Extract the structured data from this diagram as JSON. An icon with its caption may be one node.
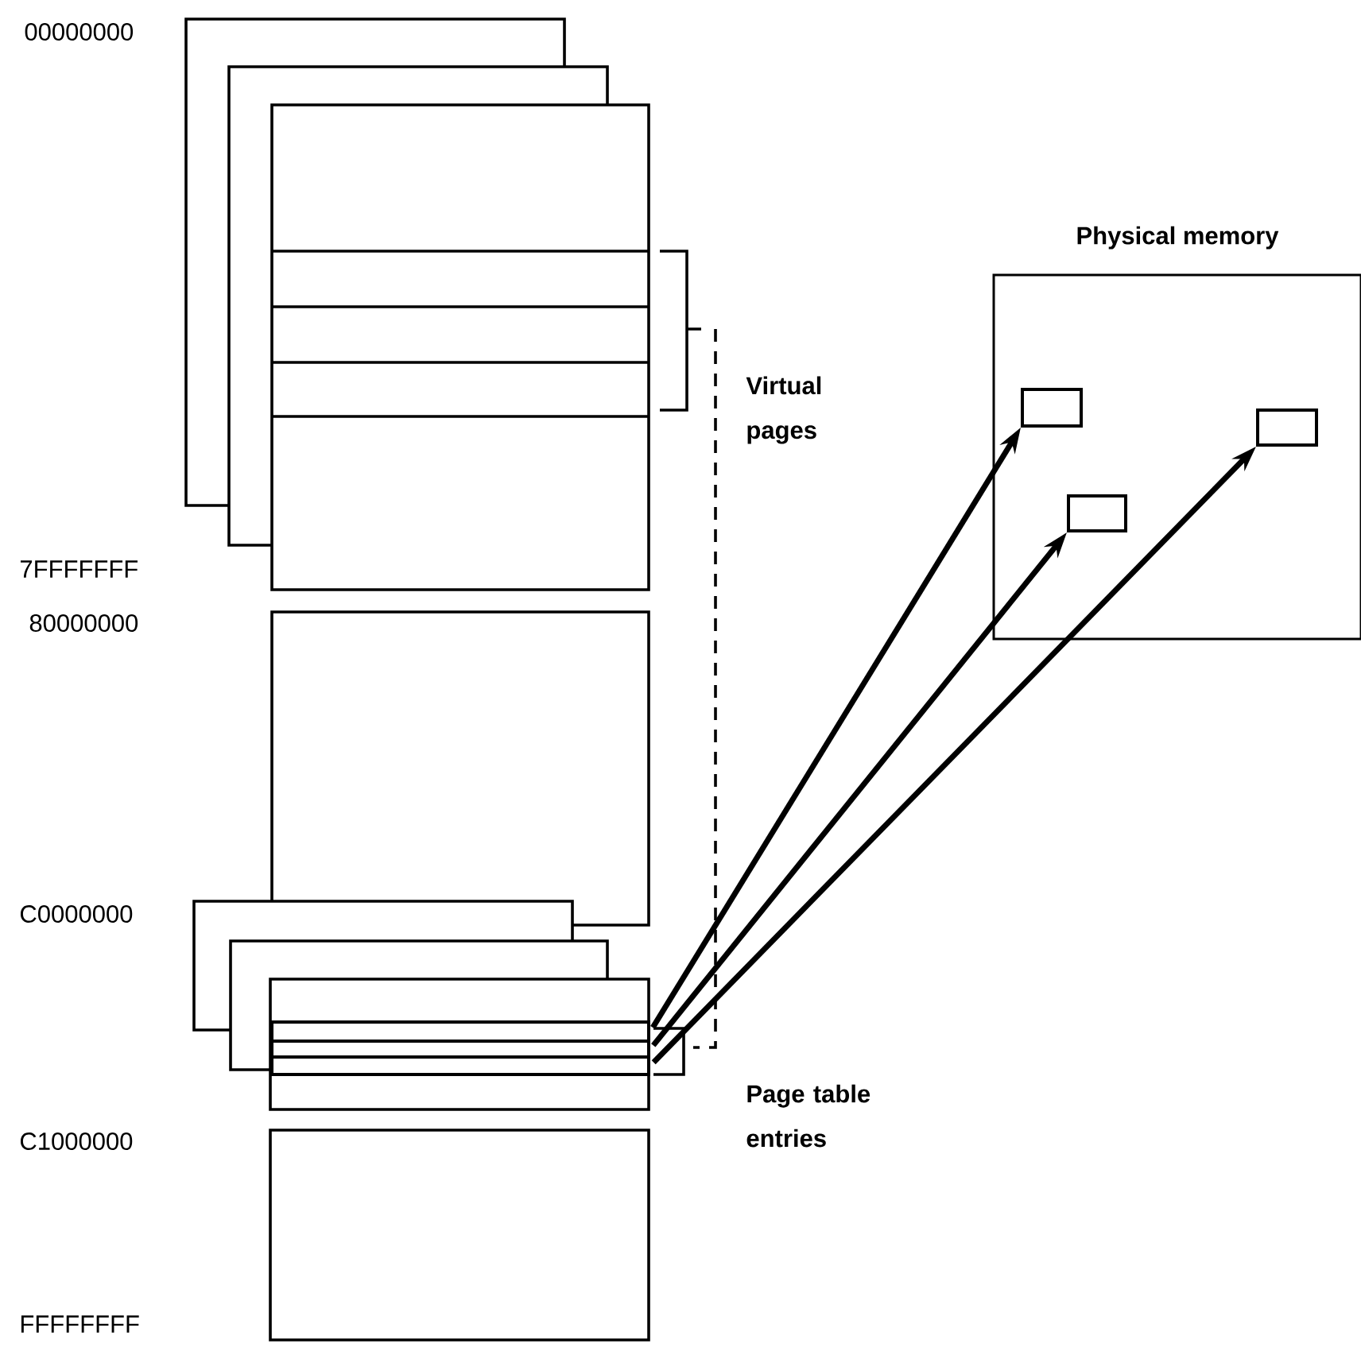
{
  "diagram": {
    "nodes": [
      {
        "text": [
          "Physical memory"
        ]
      },
      {
        "text": [],
        "shape": "box",
        "in": 0
      },
      {
        "text": [],
        "shape": "box",
        "in": 0
      },
      {
        "text": [],
        "shape": "box",
        "in": 0
      },
      {
        "text": [],
        "shape": "box"
      },
      {
        "text": [],
        "shape": "box"
      },
      {
        "text": [],
        "shape": "box"
      }
    ],
    "edges": [
      {
        "from": 4,
        "to": 1,
        "arrow": "to"
      },
      {
        "from": 5,
        "to": 2,
        "arrow": "to"
      },
      {
        "from": 6,
        "to": 3,
        "arrow": "to"
      }
    ],
    "labels": [
      "00000000",
      "Virtual pages",
      "7FFFFFFF",
      "80000000",
      "C0000000",
      "Page table entries",
      "C1000000",
      "FFFFFFFF"
    ]
  }
}
